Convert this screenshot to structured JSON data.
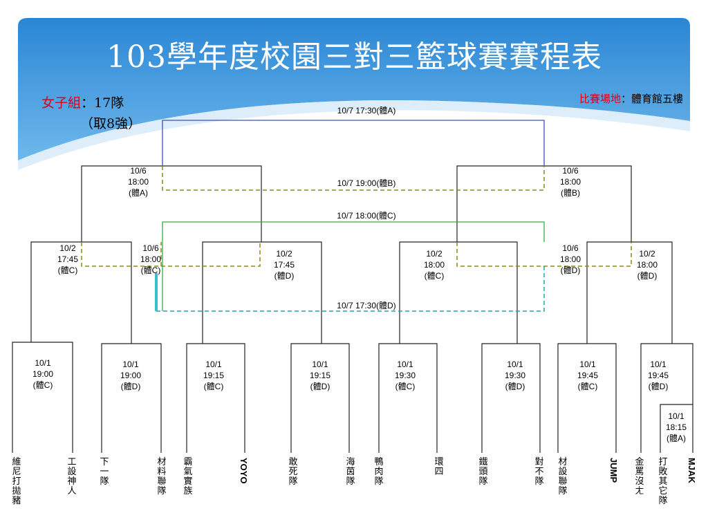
{
  "title": "103學年度校園三對三籃球賽賽程表",
  "group_label": "女子組",
  "group_count": "：17隊",
  "quota": "（取8強）",
  "venue_label": "比賽場地",
  "venue_value": "：體育館五樓",
  "colors": {
    "banner": "#2f8ed8",
    "bracket": "#222222",
    "final_blue": "#3b53a4",
    "olive_dashed": "#8a8a1a",
    "green": "#3aa64a",
    "teal_dashed": "#1aa5b5",
    "accent_red": "#d6001c"
  },
  "teams": [
    "維尼打拋豬",
    "工設神人",
    "下一隊",
    "材料聯隊",
    "霸氣實族",
    "YOYO",
    "敢死隊",
    "海茵隊",
    "鴨肉隊",
    "環四",
    "鐵頭隊",
    "對不隊",
    "材設聯隊",
    "JUMP",
    "金罵沒ㄤ",
    "打敗其它隊",
    "MJAK"
  ],
  "r1": [
    {
      "date": "10/1",
      "time": "19:00",
      "court": "(體C)"
    },
    {
      "date": "10/1",
      "time": "19:00",
      "court": "(體D)"
    },
    {
      "date": "10/1",
      "time": "19:15",
      "court": "(體C)"
    },
    {
      "date": "10/1",
      "time": "19:15",
      "court": "(體D)"
    },
    {
      "date": "10/1",
      "time": "19:30",
      "court": "(體C)"
    },
    {
      "date": "10/1",
      "time": "19:30",
      "court": "(體D)"
    },
    {
      "date": "10/1",
      "time": "19:45",
      "court": "(體C)"
    },
    {
      "date": "10/1",
      "time": "19:45",
      "court": "(體D)"
    },
    {
      "date": "10/1",
      "time": "18:15",
      "court": "(體A)"
    }
  ],
  "r2": [
    {
      "date": "10/2",
      "time": "17:45",
      "court": "(體C)"
    },
    {
      "date": "10/2",
      "time": "17:45",
      "court": "(體D)"
    },
    {
      "date": "10/2",
      "time": "18:00",
      "court": "(體C)"
    },
    {
      "date": "10/2",
      "time": "18:00",
      "court": "(體D)"
    }
  ],
  "r3": [
    {
      "date": "10/6",
      "time": "18:00",
      "court": "(體C)"
    },
    {
      "date": "10/6",
      "time": "18:00",
      "court": "(體D)"
    }
  ],
  "semi": [
    {
      "date": "10/6",
      "time": "18:00",
      "court": "(體A)"
    },
    {
      "date": "10/6",
      "time": "18:00",
      "court": "(體B)"
    }
  ],
  "finals": {
    "final_a": "10/7 17:30(體A)",
    "olive_b": "10/7 19:00(體B)",
    "green_c": "10/7 18:00(體C)",
    "teal_d": "10/7 17:30(體D)"
  }
}
